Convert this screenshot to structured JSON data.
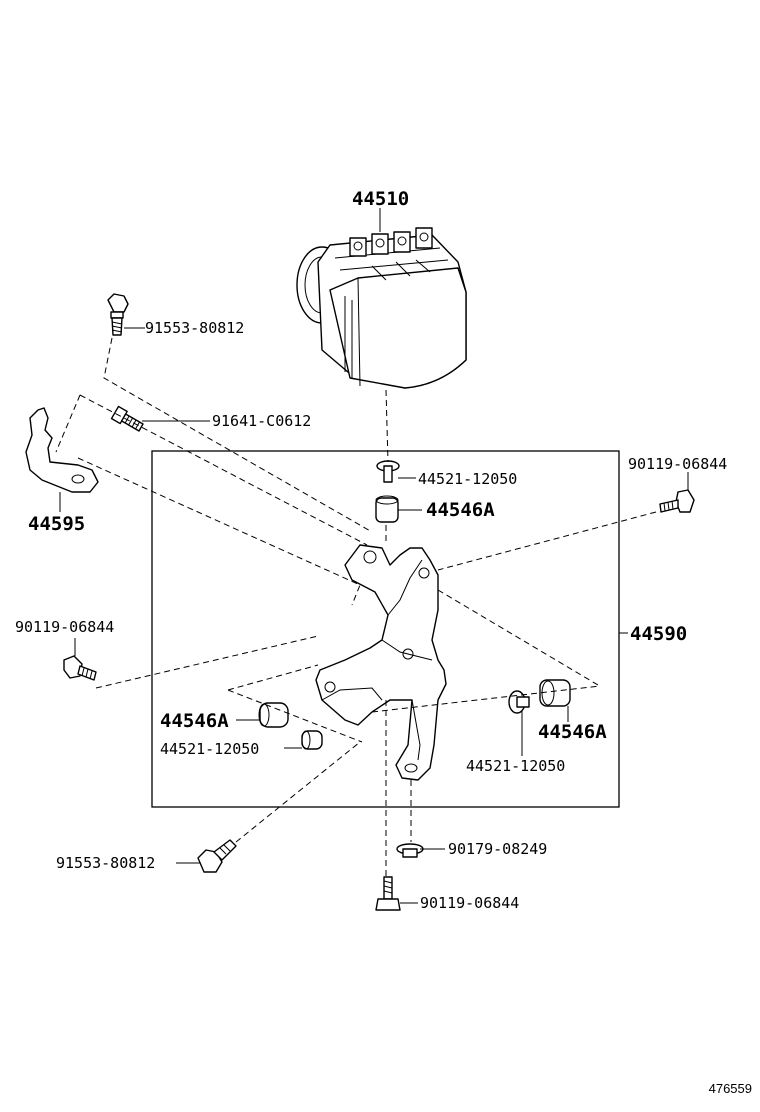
{
  "labels": {
    "abs_actuator": "44510",
    "bolt_upper_left": "91553-80812",
    "bolt_small": "91641-C0612",
    "bracket_left": "44595",
    "collar_top": "44521-12050",
    "cushion_top": "44546A",
    "bolt_right": "90119-06844",
    "bracket_assy": "44590",
    "bolt_left": "90119-06844",
    "cushion_left": "44546A",
    "collar_left": "44521-12050",
    "cushion_right": "44546A",
    "collar_right": "44521-12050",
    "bolt_lower_left": "91553-80812",
    "nut_bottom": "90179-08249",
    "bolt_bottom": "90119-06844"
  },
  "figure_id": "476559"
}
